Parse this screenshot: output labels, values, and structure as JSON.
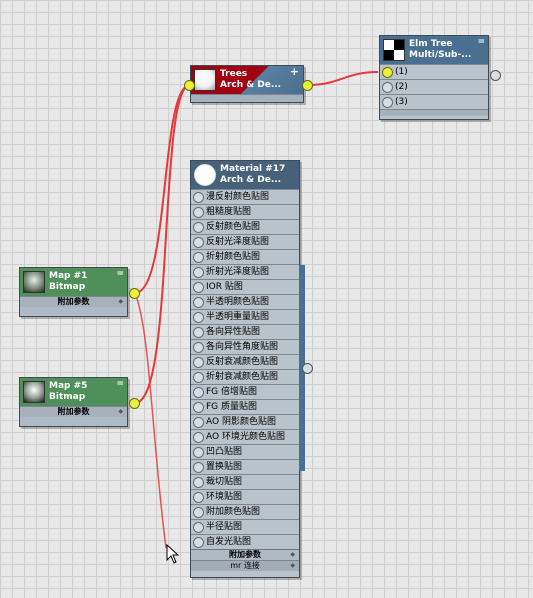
{
  "colors": {
    "wire": "#e8373a",
    "node_header_blue": "#4a6f90",
    "node_header_green": "#4f8f5a",
    "selected_red": "#a00010",
    "active_port": "#e9f23a"
  },
  "nodes": {
    "trees": {
      "title": "Trees",
      "subtitle": "Arch & De...",
      "button": "+"
    },
    "elm": {
      "title": "Elm Tree",
      "subtitle": "Multi/Sub-...",
      "button": "=",
      "slots": [
        "(1)",
        "(2)",
        "(3)"
      ]
    },
    "material17": {
      "title": "Material #17",
      "subtitle": "Arch & De...",
      "slots": [
        "漫反射颜色贴图",
        "粗糙度贴图",
        "反射颜色贴图",
        "反射光泽度贴图",
        "折射颜色贴图",
        "折射光泽度贴图",
        "IOR 贴图",
        "半透明颜色贴图",
        "半透明重量贴图",
        "各向异性贴图",
        "各向异性角度贴图",
        "反射衰减颜色贴图",
        "折射衰减颜色贴图",
        "FG 倍增贴图",
        "FG 质量贴图",
        "AO 阴影颜色贴图",
        "AO 环境光颜色贴图",
        "凹凸贴图",
        "置换贴图",
        "裁切贴图",
        "环境贴图",
        "附加颜色贴图",
        "半径贴图",
        "自发光贴图"
      ],
      "footer1": "附加参数",
      "footer2": "mr 连接"
    },
    "map1": {
      "title": "Map #1",
      "subtitle": "Bitmap",
      "button": "=",
      "footer": "附加参数"
    },
    "map5": {
      "title": "Map #5",
      "subtitle": "Bitmap",
      "button": "=",
      "footer": "附加参数"
    }
  },
  "icons": [
    "sphere-thumbnail-icon",
    "checker-sphere-icon",
    "tree-bitmap-icon",
    "cursor-arrow-icon"
  ]
}
